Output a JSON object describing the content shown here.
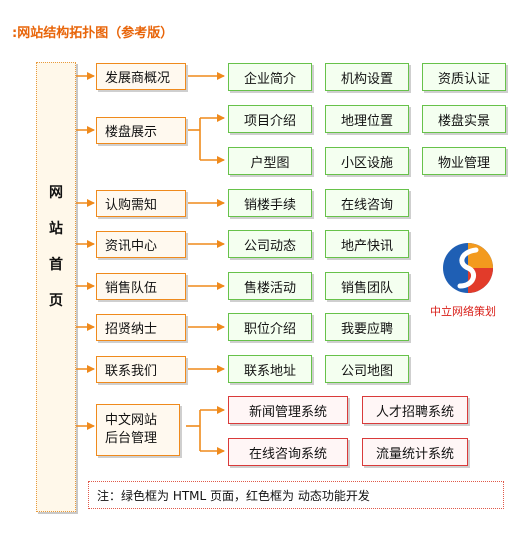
{
  "title": ":网站结构拓扑图（参考版）",
  "home_label": [
    "网",
    "站",
    "首",
    "页"
  ],
  "categories": [
    {
      "label": "发展商概况",
      "children": [
        "企业简介",
        "机构设置",
        "资质认证"
      ]
    },
    {
      "label": "楼盘展示",
      "children": [
        "项目介绍",
        "地理位置",
        "楼盘实景",
        "户型图",
        "小区设施",
        "物业管理"
      ]
    },
    {
      "label": "认购需知",
      "children": [
        "销楼手续",
        "在线咨询"
      ]
    },
    {
      "label": "资讯中心",
      "children": [
        "公司动态",
        "地产快讯"
      ]
    },
    {
      "label": "销售队伍",
      "children": [
        "售楼活动",
        "销售团队"
      ]
    },
    {
      "label": "招贤纳士",
      "children": [
        "职位介绍",
        "我要应聘"
      ]
    },
    {
      "label": "联系我们",
      "children": [
        "联系地址",
        "公司地图"
      ]
    },
    {
      "label_lines": [
        "中文网站",
        "后台管理"
      ],
      "children": [
        "新闻管理系统",
        "人才招聘系统",
        "在线咨询系统",
        "流量统计系统"
      ]
    }
  ],
  "note": "注：绿色框为 HTML 页面，红色框为 动态功能开发",
  "logo_text": "中立网络策划",
  "colors": {
    "orange": "#ef8a1c",
    "green": "#67c24a",
    "red": "#d93a3a",
    "title": "#e8650a"
  }
}
